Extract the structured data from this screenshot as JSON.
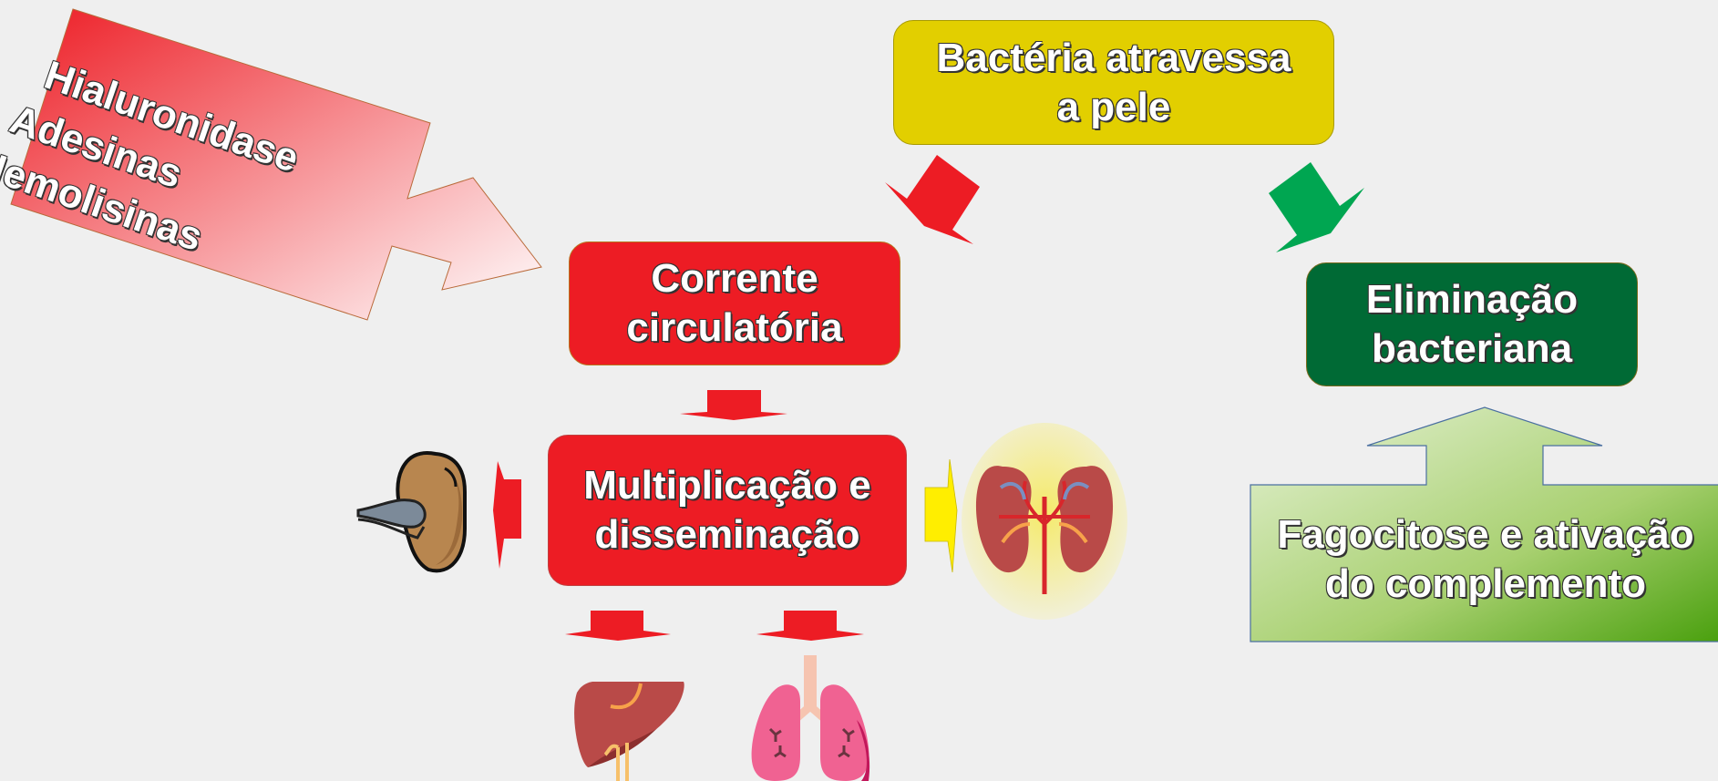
{
  "nodes": {
    "skin_entry": "Bactéria atravessa\na pele",
    "bloodstream": "Corrente\ncirculatória",
    "multiplication": "Multiplicação e\ndisseminação",
    "elimination": "Eliminação\nbacteriana",
    "phagocytosis": "Fagocitose e ativação\ndo complemento"
  },
  "virulence_factors": [
    "Hialuronidase",
    "Adesinas",
    "Hemolisinas"
  ],
  "organs": {
    "spleen": "spleen-icon",
    "kidneys": "kidneys-icon",
    "liver": "liver-icon",
    "lungs": "lungs-icon"
  },
  "colors": {
    "red": "#ed1c24",
    "yellow": "#e2cf00",
    "dark_green": "#006a35",
    "green_arrow": "#00a651",
    "light_green": "#8dc63f"
  }
}
